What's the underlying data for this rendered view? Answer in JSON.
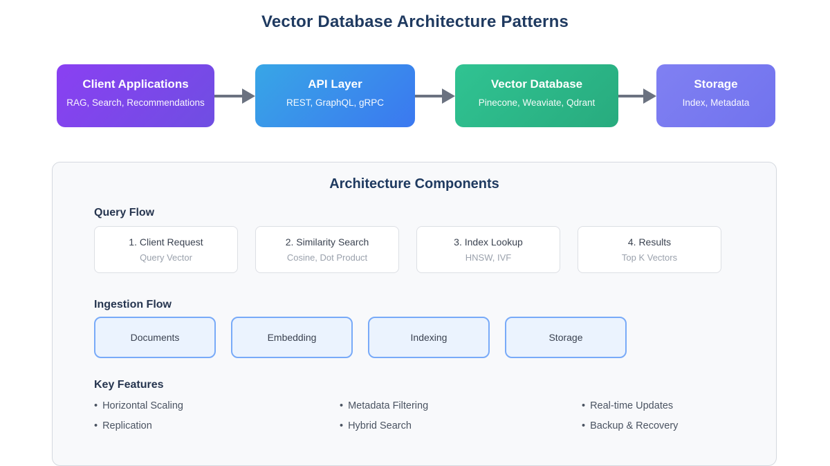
{
  "title": "Vector Database Architecture Patterns",
  "flow": {
    "nodes": [
      {
        "title": "Client Applications",
        "subtitle": "RAG, Search, Recommendations"
      },
      {
        "title": "API Layer",
        "subtitle": "REST, GraphQL, gRPC"
      },
      {
        "title": "Vector Database",
        "subtitle": "Pinecone, Weaviate, Qdrant"
      },
      {
        "title": "Storage",
        "subtitle": "Index, Metadata"
      }
    ]
  },
  "components": {
    "heading": "Architecture Components",
    "query_flow": {
      "heading": "Query Flow",
      "steps": [
        {
          "title": "1. Client Request",
          "subtitle": "Query Vector"
        },
        {
          "title": "2. Similarity Search",
          "subtitle": "Cosine, Dot Product"
        },
        {
          "title": "3. Index Lookup",
          "subtitle": "HNSW, IVF"
        },
        {
          "title": "4. Results",
          "subtitle": "Top K Vectors"
        }
      ]
    },
    "ingestion_flow": {
      "heading": "Ingestion Flow",
      "stages": [
        "Documents",
        "Embedding",
        "Indexing",
        "Storage"
      ]
    },
    "key_features": {
      "heading": "Key Features",
      "bullet": "•",
      "columns": [
        [
          "Horizontal Scaling",
          "Replication"
        ],
        [
          "Metadata Filtering",
          "Hybrid Search"
        ],
        [
          "Real-time Updates",
          "Backup & Recovery"
        ]
      ]
    }
  },
  "colors": {
    "title_text": "#1f3a60",
    "client_apps_gradient": [
      "#8a40f2",
      "#6f4ee2"
    ],
    "api_layer_gradient": [
      "#38a6e6",
      "#3b78f0"
    ],
    "vector_db_gradient": [
      "#30c392",
      "#28ab7e"
    ],
    "storage_fill": "#7a7af0",
    "arrow": "#6b7280",
    "card_bg": "#f8f9fb",
    "card_border": "#d5d9df",
    "step_bg": "#ffffff",
    "step_border": "#dcdfe4",
    "step_subtitle_text": "#9aa1ac",
    "ingestion_bg": "#ebf3fe",
    "ingestion_border": "#78aaf8",
    "feature_text": "#4a5361"
  }
}
